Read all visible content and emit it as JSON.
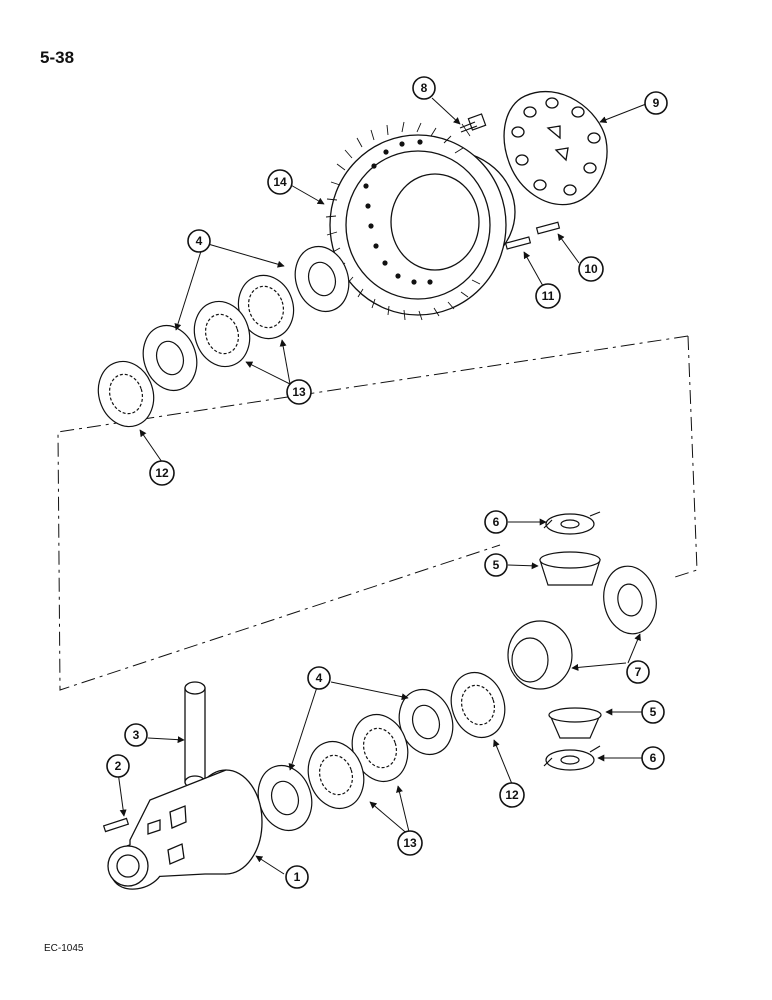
{
  "page": {
    "number": "5-38",
    "figure_ref": "EC-1045"
  },
  "callouts": [
    {
      "id": "c1",
      "label": "1"
    },
    {
      "id": "c2",
      "label": "2"
    },
    {
      "id": "c3",
      "label": "3"
    },
    {
      "id": "c4a",
      "label": "4"
    },
    {
      "id": "c4b",
      "label": "4"
    },
    {
      "id": "c5a",
      "label": "5"
    },
    {
      "id": "c5b",
      "label": "5"
    },
    {
      "id": "c6a",
      "label": "6"
    },
    {
      "id": "c6b",
      "label": "6"
    },
    {
      "id": "c7",
      "label": "7"
    },
    {
      "id": "c8",
      "label": "8"
    },
    {
      "id": "c9",
      "label": "9"
    },
    {
      "id": "c10",
      "label": "10"
    },
    {
      "id": "c11",
      "label": "11"
    },
    {
      "id": "c12a",
      "label": "12"
    },
    {
      "id": "c12b",
      "label": "12"
    },
    {
      "id": "c13a",
      "label": "13"
    },
    {
      "id": "c13b",
      "label": "13"
    },
    {
      "id": "c14",
      "label": "14"
    }
  ]
}
